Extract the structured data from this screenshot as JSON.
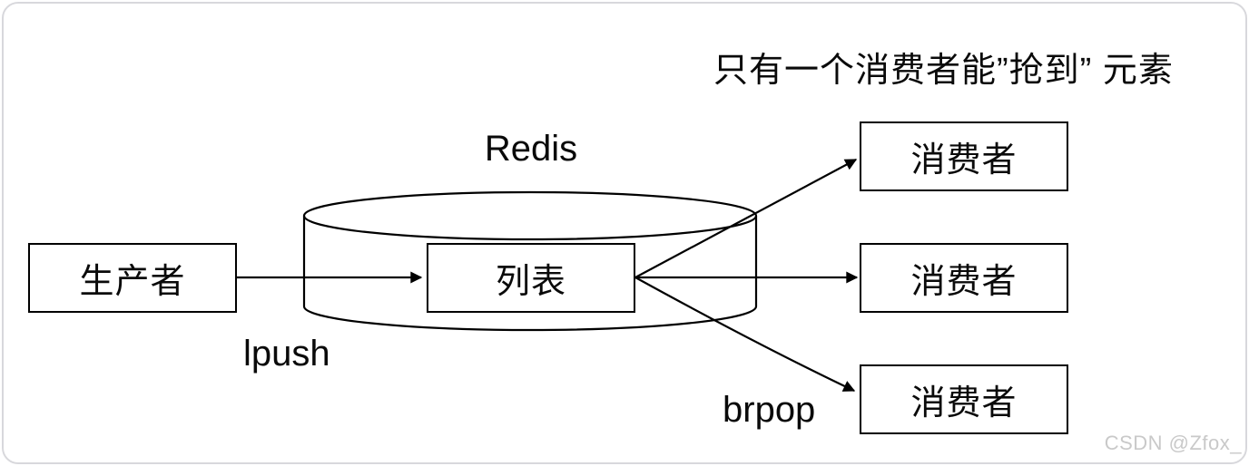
{
  "annotation": {
    "text": "只有一个消费者能”抢到” 元素"
  },
  "labels": {
    "redis": "Redis"
  },
  "nodes": {
    "producer": {
      "label": "生产者"
    },
    "list": {
      "label": "列表"
    },
    "consumers": [
      {
        "label": "消费者"
      },
      {
        "label": "消费者"
      },
      {
        "label": "消费者"
      }
    ]
  },
  "edges": {
    "lpush_label": "lpush",
    "brpop_label": "brpop"
  },
  "watermark": {
    "text": "CSDN @Zfox_"
  },
  "colors": {
    "stroke": "#000000",
    "frame": "#d8d8dc",
    "watermark": "#c9c9c9",
    "background": "#ffffff"
  }
}
